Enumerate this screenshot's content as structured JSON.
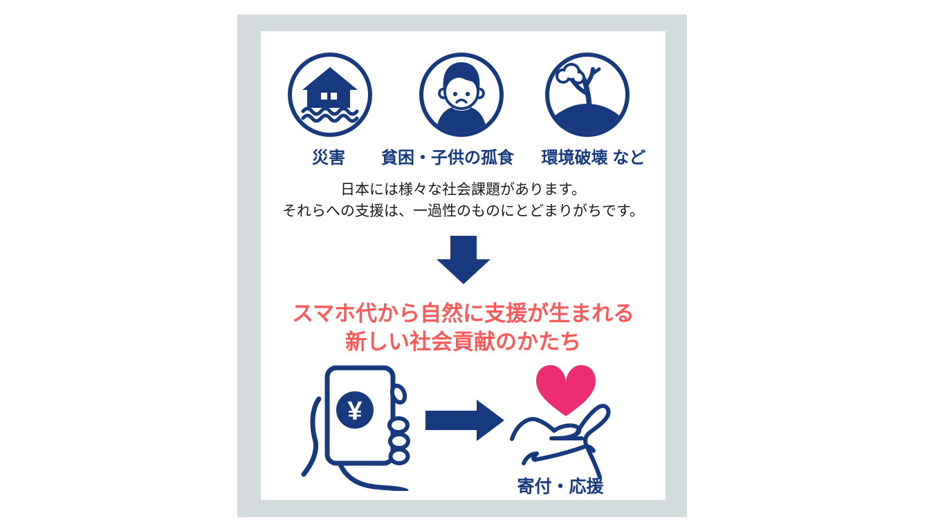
{
  "colors": {
    "navy": "#17397d",
    "heart_pink": "#ec2d72",
    "headline_red": "#fa5a5a",
    "card_background": "#d4dbdd",
    "panel_background": "#ffffff",
    "page_background": "#ffffff",
    "body_text": "#1a1a1a"
  },
  "issues": {
    "items": [
      {
        "icon": "flooded-house-icon",
        "label": "災害"
      },
      {
        "icon": "sad-child-icon",
        "label": "貧困・子供の孤食"
      },
      {
        "icon": "dead-tree-environment-icon",
        "label": "環境破壊 など"
      }
    ]
  },
  "intro": {
    "line1": "日本には様々な社会課題があります。",
    "line2": "それらへの支援は、一過性のものにとどまりがちです。"
  },
  "flow": {
    "down_arrow_icon": "arrow-down",
    "right_arrow_icon": "arrow-right"
  },
  "headline": {
    "line1": "スマホ代から自然に支援が生まれる",
    "line2": "新しい社会貢献のかたち"
  },
  "donation": {
    "phone_icon": "smartphone-yen-in-hand-icon",
    "currency_symbol": "¥",
    "receive_icon": "hand-with-heart-icon",
    "label": "寄付・応援"
  }
}
